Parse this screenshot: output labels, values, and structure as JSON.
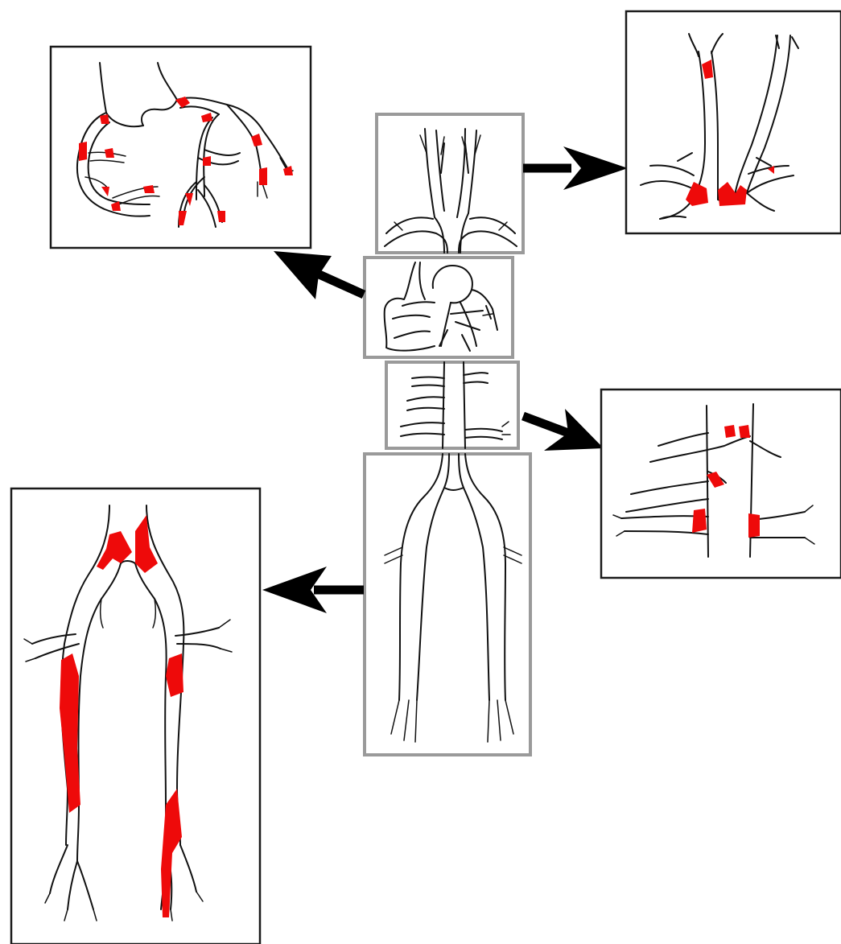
{
  "colors": {
    "background": "#ffffff",
    "vessel_outline": "#111111",
    "plaque": "#ee0a0a",
    "detail_frame": "#1a1a1a",
    "body_frame": "#9a9a9a",
    "arrow": "#000000"
  },
  "panels": [
    {
      "id": "carotid-detail",
      "icon": "carotid-bifurcation-plaque"
    },
    {
      "id": "coronary-detail",
      "icon": "coronary-arteries-plaque"
    },
    {
      "id": "renal-detail",
      "icon": "renal-arteries-plaque"
    },
    {
      "id": "iliofemoral-detail",
      "icon": "iliac-femoral-arteries-plaque"
    }
  ]
}
